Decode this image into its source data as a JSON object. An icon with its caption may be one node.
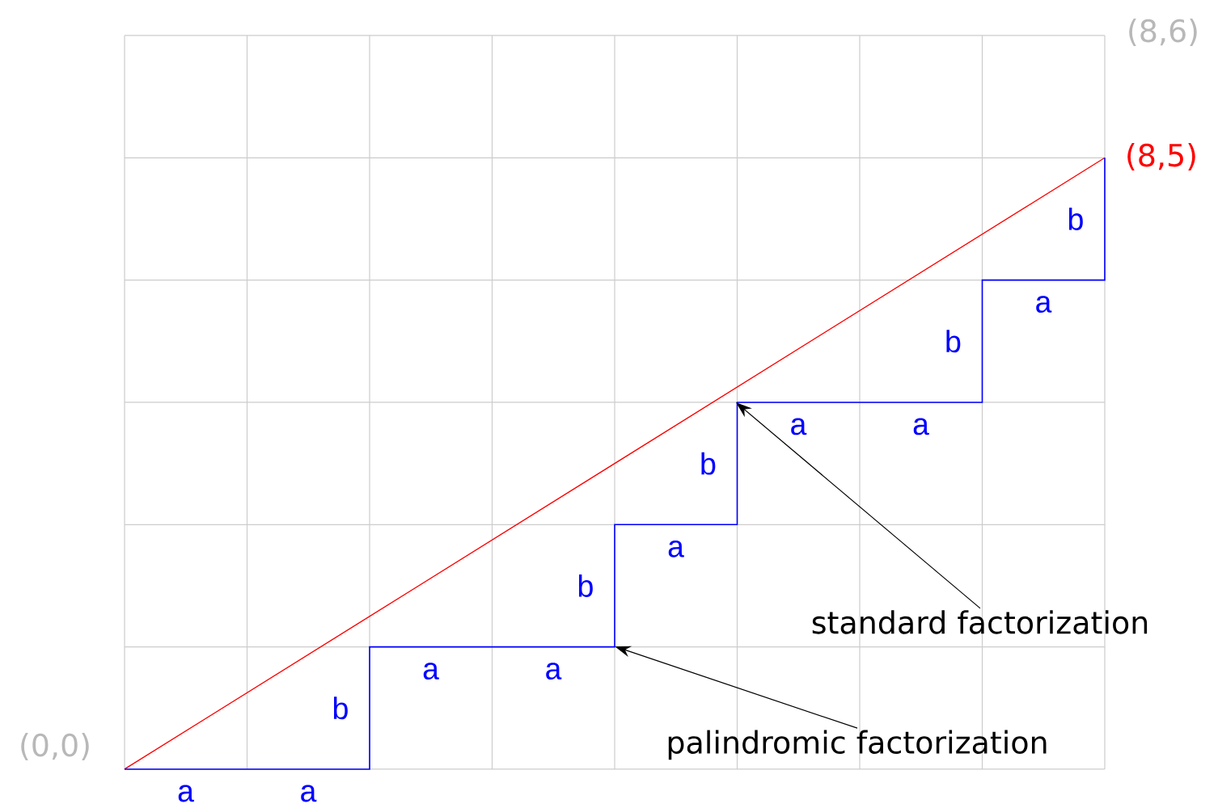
{
  "diagram": {
    "nodes": [
      {
        "text": [
          "standard factorization"
        ]
      },
      {
        "text": [
          "palindromic factorization"
        ]
      }
    ],
    "edges": [
      {
        "from": 0,
        "to": null,
        "arrow": "to"
      },
      {
        "from": 1,
        "to": null,
        "arrow": "to"
      }
    ],
    "labels": [
      "(0,0)",
      "(8,6)",
      "(8,5)",
      "a",
      "a",
      "b",
      "a",
      "a",
      "b",
      "a",
      "b",
      "a",
      "a",
      "b",
      "a",
      "b"
    ]
  }
}
